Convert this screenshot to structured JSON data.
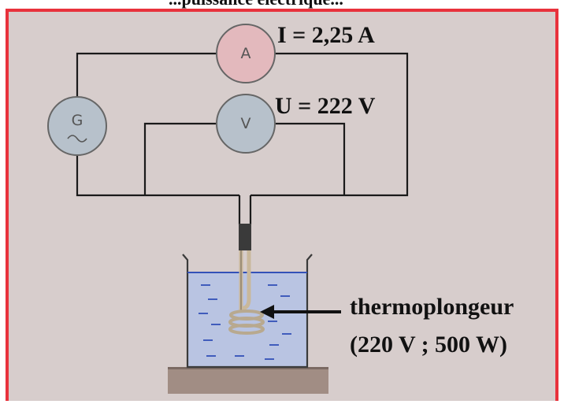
{
  "caption_partial": "...puissance électrique...",
  "ammeter": {
    "letter": "A",
    "reading": "I = 2,25 A"
  },
  "voltmeter": {
    "letter": "V",
    "reading": "U = 222 V"
  },
  "generator": {
    "letter": "G",
    "symbol": "~"
  },
  "heater": {
    "name": "thermoplongeur",
    "spec": "(220 V ; 500 W)"
  },
  "colors": {
    "background": "#d7cdcc",
    "border": "#e8323c",
    "ammeter": "#e3b9bd",
    "meter": "#b7c1cb",
    "water": "#b9c4e2"
  }
}
